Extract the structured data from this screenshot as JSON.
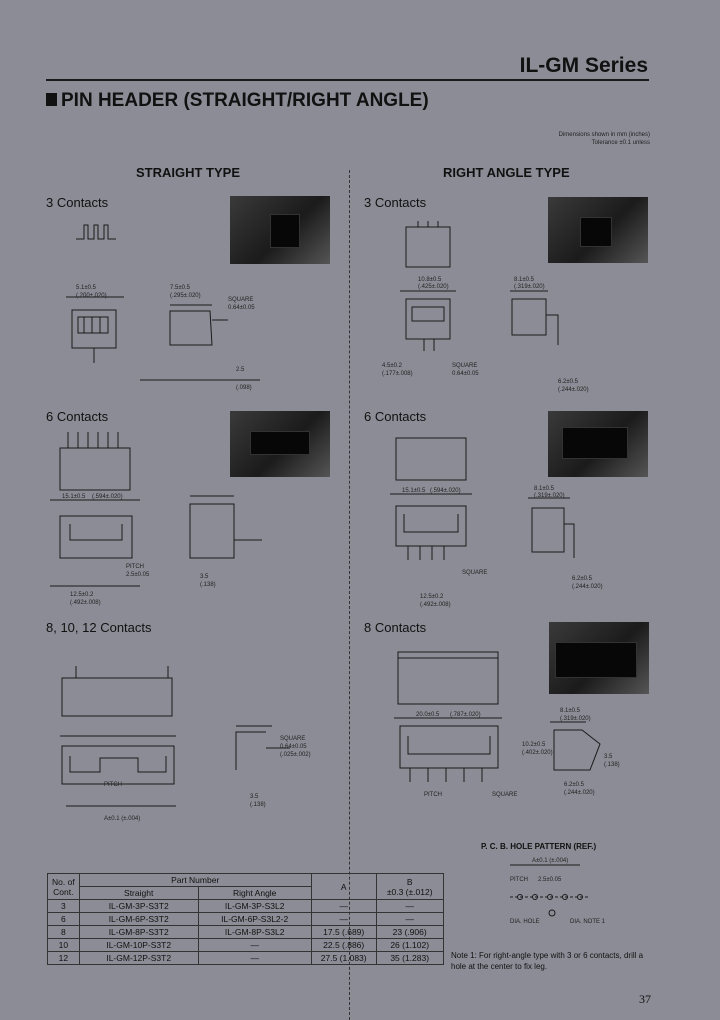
{
  "header": {
    "series": "IL-GM Series",
    "title": "PIN HEADER (STRAIGHT/RIGHT ANGLE)"
  },
  "unit_note": {
    "line1": "Dimensions shown in mm (inches)",
    "line2": "Tolerance ±0.1 unless"
  },
  "columns": {
    "straight": "STRAIGHT TYPE",
    "right_angle": "RIGHT ANGLE TYPE"
  },
  "sections": {
    "s3": "3 Contacts",
    "s6": "6 Contacts",
    "s8": "8, 10, 12 Contacts",
    "r3": "3 Contacts",
    "r6": "6 Contacts",
    "r8": "8 Contacts"
  },
  "dims": {
    "s3_a": "5.1±0.5",
    "s3_b": "(.200±.020)",
    "s3_c": "7.5±0.5",
    "s3_d": "(.295±.020)",
    "s3_sq": "SQUARE",
    "s3_pitch": "2.5",
    "s3_pin": "0.64±0.05",
    "s3_e": "(.098)",
    "s6_a": "15.1±0.5",
    "s6_b": "(.594±.020)",
    "s6_c": "12.5±0.2",
    "s6_d": "(.492±.008)",
    "s6_pitch_lbl": "PITCH",
    "s6_pitch": "2.5±0.05",
    "s6_e": "3.5",
    "s6_f": "(.138)",
    "s8_pitch_lbl": "PITCH",
    "s8_a": "A±0.1 (±.004)",
    "s8_b": "3.5",
    "s8_c": "(.138)",
    "s8_sq": "SQUARE",
    "s8_d": "0.64±0.05",
    "s8_e": "(.025±.002)",
    "r3_a": "10.8±0.5",
    "r3_b": "(.425±.020)",
    "r3_c": "8.1±0.5",
    "r3_d": "(.319±.020)",
    "r3_e": "4.5±0.2",
    "r3_f": "(.177±.008)",
    "r3_sq": "SQUARE",
    "r3_g": "0.64±0.05",
    "r3_h": "6.2±0.5",
    "r3_i": "(.244±.020)",
    "r6_a": "15.1±0.5",
    "r6_b": "(.594±.020)",
    "r6_c": "8.1±0.5",
    "r6_d": "(.319±.020)",
    "r6_e": "12.5±0.2",
    "r6_f": "(.492±.008)",
    "r6_sq": "SQUARE",
    "r6_g": "6.2±0.5",
    "r6_h": "(.244±.020)",
    "r8_a": "20.0±0.5",
    "r8_b": "(.787±.020)",
    "r8_c": "8.1±0.5",
    "r8_d": "(.319±.020)",
    "r8_e": "10.2±0.5",
    "r8_f": "(.402±.020)",
    "r8_pitch_lbl": "PITCH",
    "r8_sq": "SQUARE",
    "r8_g": "3.5",
    "r8_h": "(.138)",
    "r8_i": "6.2±0.5",
    "r8_j": "(.244±.020)"
  },
  "pcb": {
    "title": "P. C. B. HOLE PATTERN (REF.)",
    "a": "A±0.1 (±.004)",
    "pitch": "PITCH",
    "p": "2.5±0.05",
    "hole": "DIA. HOLE",
    "hole2": "DIA. NOTE 1"
  },
  "table": {
    "h_no": "No. of",
    "h_cont": "Cont.",
    "h_part": "Part Number",
    "h_straight": "Straight",
    "h_right": "Right Angle",
    "h_a": "A",
    "h_b": "B",
    "h_b2": "±0.3 (±.012)",
    "rows": [
      {
        "n": "3",
        "s": "IL-GM-3P-S3T2",
        "r": "IL-GM-3P-S3L2",
        "a": "—",
        "b": "—"
      },
      {
        "n": "6",
        "s": "IL-GM-6P-S3T2",
        "r": "IL-GM-6P-S3L2-2",
        "a": "—",
        "b": "—"
      },
      {
        "n": "8",
        "s": "IL-GM-8P-S3T2",
        "r": "IL-GM-8P-S3L2",
        "a": "17.5 (.689)",
        "b": "23 (.906)"
      },
      {
        "n": "10",
        "s": "IL-GM-10P-S3T2",
        "r": "—",
        "a": "22.5 (.886)",
        "b": "26 (1.102)"
      },
      {
        "n": "12",
        "s": "IL-GM-12P-S3T2",
        "r": "—",
        "a": "27.5 (1.083)",
        "b": "35 (1.283)"
      }
    ]
  },
  "note": "Note 1: For right-angle type with 3 or 6 contacts, drill a hole at the center to fix leg.",
  "page_number": "37"
}
